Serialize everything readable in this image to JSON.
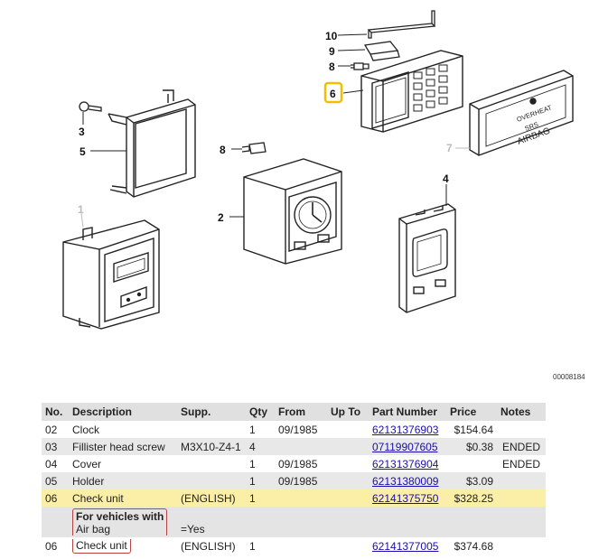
{
  "diagram": {
    "callouts": [
      "10",
      "9",
      "8",
      "6",
      "7",
      "3",
      "5",
      "8",
      "2",
      "4",
      "1"
    ],
    "engraving": [
      "OVERHEAT",
      "SRS",
      "AIRBAG"
    ],
    "figure_ref": "00008184"
  },
  "table": {
    "headers": [
      "No.",
      "Description",
      "Supp.",
      "Qty",
      "From",
      "Up To",
      "Part Number",
      "Price",
      "Notes"
    ],
    "rows": [
      {
        "no": "02",
        "desc": "Clock",
        "supp": "",
        "qty": "1",
        "from": "09/1985",
        "upto": "",
        "part": "62131376903",
        "price": "$154.64",
        "notes": ""
      },
      {
        "no": "03",
        "desc": "Fillister head screw",
        "supp": "M3X10-Z4-1",
        "qty": "4",
        "from": "",
        "upto": "",
        "part": "07119907605",
        "price": "$0.38",
        "notes": "ENDED"
      },
      {
        "no": "04",
        "desc": "Cover",
        "supp": "",
        "qty": "1",
        "from": "09/1985",
        "upto": "",
        "part": "62131376904",
        "price": "",
        "notes": "ENDED"
      },
      {
        "no": "05",
        "desc": "Holder",
        "supp": "",
        "qty": "1",
        "from": "09/1985",
        "upto": "",
        "part": "62131380009",
        "price": "$3.09",
        "notes": ""
      },
      {
        "no": "06",
        "desc": "Check unit",
        "supp": "(ENGLISH)",
        "qty": "1",
        "from": "",
        "upto": "",
        "part": "62141375750",
        "price": "$328.25",
        "notes": ""
      },
      {
        "no": "06",
        "desc": "Check unit",
        "supp": "(ENGLISH)",
        "qty": "1",
        "from": "",
        "upto": "",
        "part": "62141377005",
        "price": "$374.68",
        "notes": ""
      }
    ],
    "note": {
      "condition": "For vehicles with",
      "option": "Air bag",
      "value": "=Yes"
    }
  }
}
